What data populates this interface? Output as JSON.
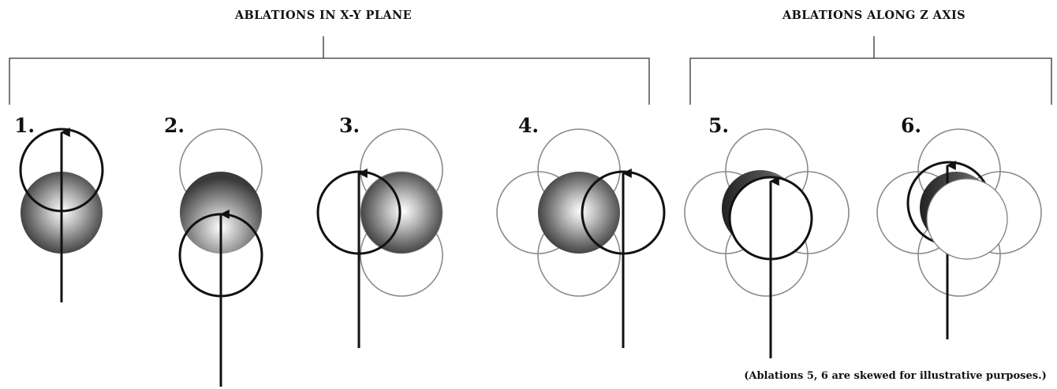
{
  "headers": {
    "xy_plane": "ABLATIONS  IN  X-Y PLANE",
    "z_axis": "ABLATIONS ALONG  Z AXIS"
  },
  "panels": [
    {
      "label": "1."
    },
    {
      "label": "2."
    },
    {
      "label": "3."
    },
    {
      "label": "4."
    },
    {
      "label": "5."
    },
    {
      "label": "6."
    }
  ],
  "footnote": "(Ablations 5, 6 are skewed for illustrative purposes.)",
  "colors": {
    "sphere_center": "#ffffff",
    "sphere_edge": "#3a3a3a",
    "thin_circle": "#8a8a8a",
    "thick_circle": "#111111"
  }
}
